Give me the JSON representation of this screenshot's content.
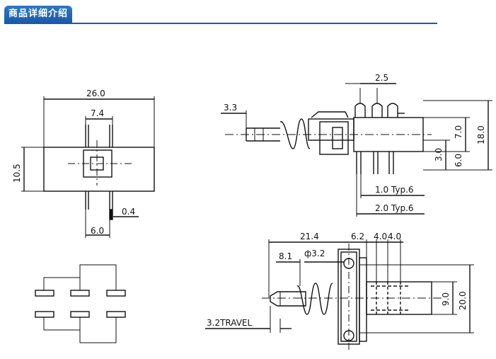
{
  "header": {
    "title": "商品详细介绍"
  },
  "front_view": {
    "width": "26.0",
    "pitch": "7.4",
    "height": "10.5",
    "pin_pitch": "6.0",
    "pin_width": "0.4"
  },
  "side_view": {
    "top_pitch": "2.5",
    "shaft": "3.3",
    "dim_7": "7.0",
    "total_height": "18.0",
    "dim_3": "3.0",
    "dim_6": "6.0",
    "pin_note_1": "1.0 Typ.6",
    "pin_note_2": "2.0 Typ.6"
  },
  "top_view": {
    "length": "21.4",
    "gap_1": "6.2",
    "gap_2": "4.0",
    "gap_3": "4.0",
    "dim_8": "8.1",
    "hole": "ф3.2",
    "travel": "3.2TRAVEL",
    "dim_9": "9.0",
    "dim_20": "20.0"
  }
}
